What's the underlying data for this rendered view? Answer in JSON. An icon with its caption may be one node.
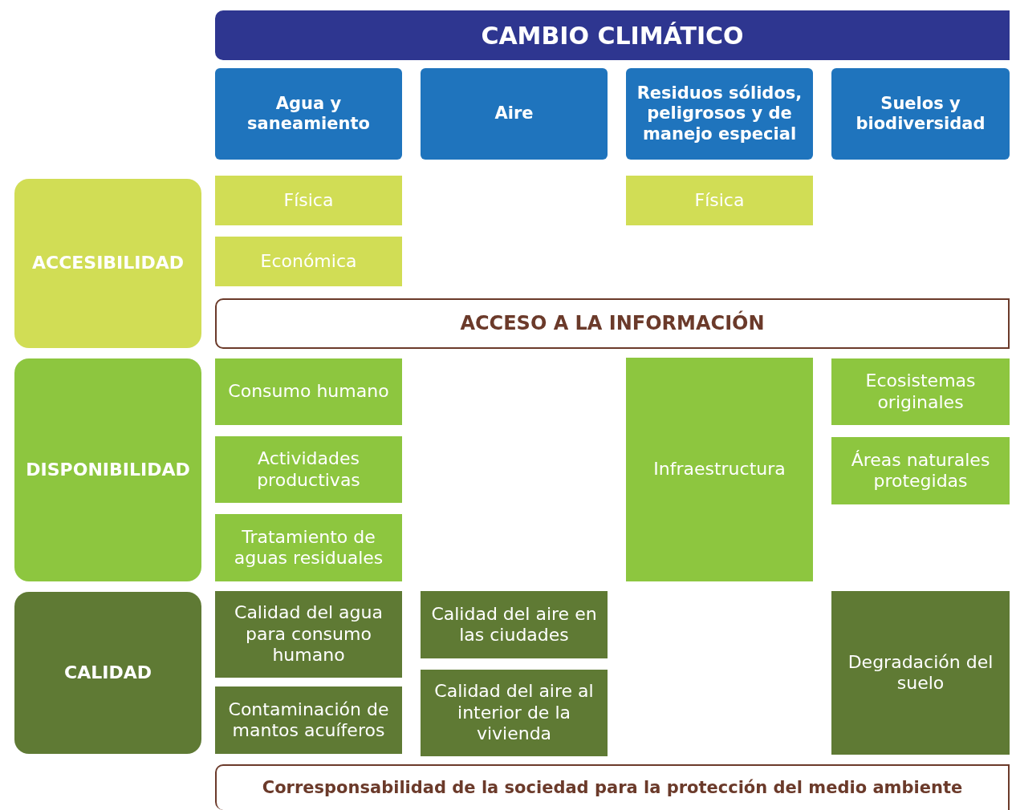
{
  "diagram": {
    "title": "CAMBIO CLIMÁTICO",
    "nodes": [
      {
        "text": [
          "Agua y saneamiento"
        ]
      },
      {
        "text": [
          "Aire"
        ]
      },
      {
        "text": [
          "Residuos sólidos, peligrosos y de manejo especial"
        ]
      },
      {
        "text": [
          "Suelos y biodiversidad"
        ]
      },
      {
        "text": [
          "ACCESIBILIDAD"
        ]
      },
      {
        "text": [
          "Física"
        ]
      },
      {
        "text": [
          "Física"
        ]
      },
      {
        "text": [
          "Económica"
        ]
      },
      {
        "text": [
          "ACCESO A LA INFORMACIÓN"
        ]
      },
      {
        "text": [
          "DISPONIBILIDAD"
        ]
      },
      {
        "text": [
          "Consumo humano"
        ]
      },
      {
        "text": [
          "Infraestructura"
        ]
      },
      {
        "text": [
          "Ecosistemas originales"
        ]
      },
      {
        "text": [
          "Actividades productivas"
        ]
      },
      {
        "text": [
          "Áreas naturales protegidas"
        ]
      },
      {
        "text": [
          "Tratamiento de aguas residuales"
        ]
      },
      {
        "text": [
          "CALIDAD"
        ]
      },
      {
        "text": [
          "Calidad del agua para consumo humano"
        ]
      },
      {
        "text": [
          "Calidad del aire en las ciudades"
        ]
      },
      {
        "text": [
          "Degradación del suelo"
        ]
      },
      {
        "text": [
          "Contaminación de mantos acuíferos"
        ]
      },
      {
        "text": [
          "Calidad del aire al interior de la vivienda"
        ]
      },
      {
        "text": [
          "Corresponsabilidad de la sociedad para la protección del medio ambiente"
        ]
      }
    ],
    "edges": []
  }
}
